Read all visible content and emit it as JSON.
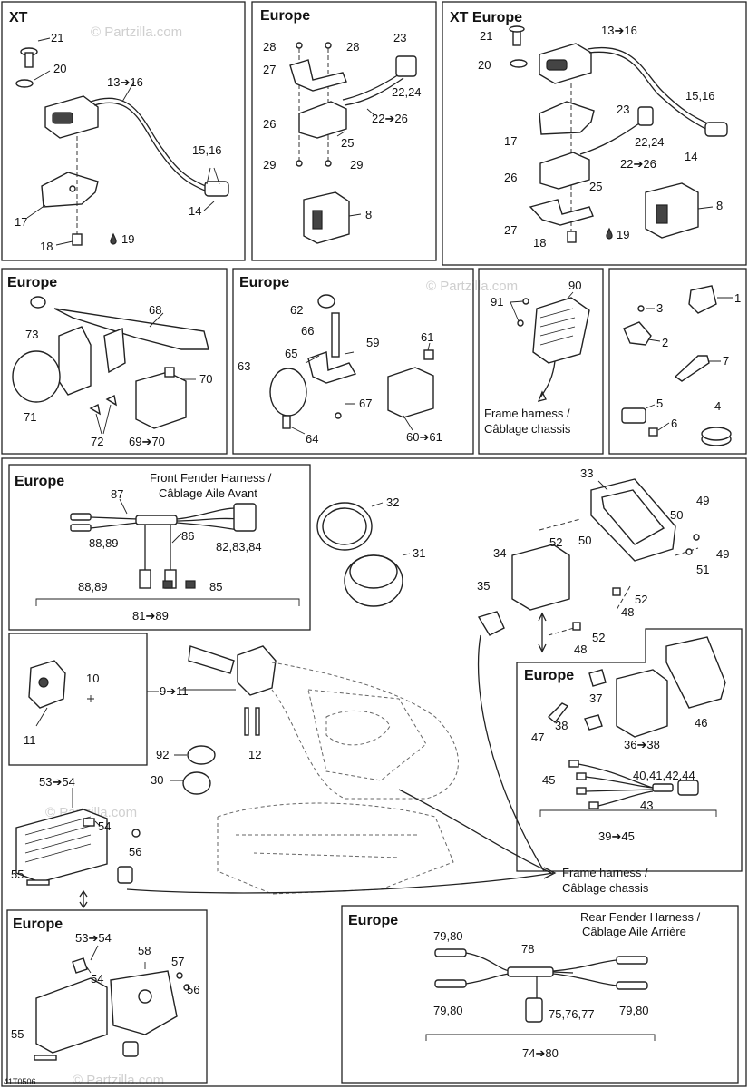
{
  "titles": {
    "xt": "XT",
    "europe_top": "Europe",
    "xt_europe": "XT Europe",
    "europe_mid_left": "Europe",
    "europe_mid_center": "Europe",
    "europe_front_fender": "Europe",
    "europe_headlamp": "Europe",
    "europe_tail": "Europe",
    "europe_rear_fender": "Europe"
  },
  "notes": {
    "front_fender_line1": "Front Fender Harness /",
    "front_fender_line2": "Câblage Aile Avant",
    "rear_fender_line1": "Rear Fender Harness /",
    "rear_fender_line2": "Câblage Aile Arrière",
    "frame_harness_line1": "Frame harness /",
    "frame_harness_line2": "Câblage chassis"
  },
  "watermark": "© Partzilla.com",
  "drawing_code": "41T0506",
  "labels": {
    "p1_21": "21",
    "p1_20": "20",
    "p1_13": "13➔16",
    "p1_15": "15,16",
    "p1_14": "14",
    "p1_17": "17",
    "p1_18": "18",
    "p1_19": "19",
    "p2_28a": "28",
    "p2_28b": "28",
    "p2_27": "27",
    "p2_23": "23",
    "p2_2224": "22,24",
    "p2_2226": "22➔26",
    "p2_26": "26",
    "p2_25": "25",
    "p2_29a": "29",
    "p2_29b": "29",
    "p2_8": "8",
    "p3_21": "21",
    "p3_13": "13➔16",
    "p3_20": "20",
    "p3_1516": "15,16",
    "p3_23": "23",
    "p3_17": "17",
    "p3_2224": "22,24",
    "p3_14": "14",
    "p3_26": "26",
    "p3_2226": "22➔26",
    "p3_25": "25",
    "p3_8": "8",
    "p3_27": "27",
    "p3_18": "18",
    "p3_19": "19",
    "p4_68": "68",
    "p4_73": "73",
    "p4_70": "70",
    "p4_71": "71",
    "p4_72": "72",
    "p4_6970": "69➔70",
    "p5_62": "62",
    "p5_66": "66",
    "p5_61": "61",
    "p5_65": "65",
    "p5_59": "59",
    "p5_63": "63",
    "p5_67": "67",
    "p5_64": "64",
    "p5_6061": "60➔61",
    "p6_90": "90",
    "p6_91": "91",
    "p7_3": "3",
    "p7_1": "1",
    "p7_2": "2",
    "p7_7": "7",
    "p7_5": "5",
    "p7_6": "6",
    "p7_4": "4",
    "ff_87": "87",
    "ff_8889a": "88,89",
    "ff_86": "86",
    "ff_828384": "82,83,84",
    "ff_8889b": "88,89",
    "ff_85": "85",
    "ff_8189": "81➔89",
    "m_32": "32",
    "m_31": "31",
    "m_33": "33",
    "m_49a": "49",
    "m_50a": "50",
    "m_52a": "52",
    "m_50b": "50",
    "m_34": "34",
    "m_49b": "49",
    "m_51": "51",
    "m_35": "35",
    "m_52b": "52",
    "m_48a": "48",
    "m_52c": "52",
    "m_48b": "48",
    "sw_10": "10",
    "sw_911": "9➔11",
    "sw_11": "11",
    "m_12": "12",
    "m_92": "92",
    "m_30": "30",
    "hl_37": "37",
    "hl_46": "46",
    "hl_47": "47",
    "hl_38": "38",
    "hl_3638": "36➔38",
    "hl_45": "45",
    "hl_40": "40,41,42,44",
    "hl_43": "43",
    "hl_3945": "39➔45",
    "t_5354a": "53➔54",
    "t_54a": "54",
    "t_56a": "56",
    "t_55a": "55",
    "te_5354": "53➔54",
    "te_58": "58",
    "te_57": "57",
    "te_54": "54",
    "te_56": "56",
    "te_55": "55",
    "rf_7980a": "79,80",
    "rf_78": "78",
    "rf_7980b": "79,80",
    "rf_757677": "75,76,77",
    "rf_7980c": "79,80",
    "rf_7480": "74➔80"
  }
}
